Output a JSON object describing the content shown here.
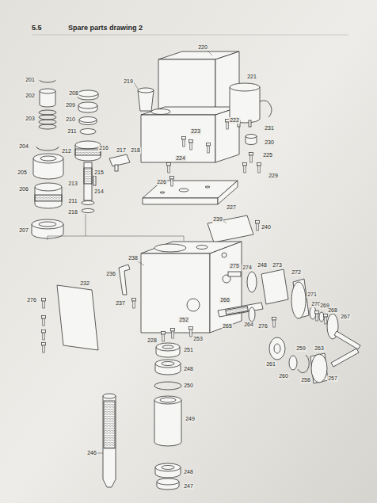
{
  "diagram": {
    "title": "Spare parts drawing 2",
    "labels": [
      "5.5",
      "201",
      "202",
      "203",
      "204",
      "205",
      "206",
      "207",
      "208",
      "209",
      "210",
      "211",
      "212",
      "216",
      "217",
      "218",
      "215",
      "213",
      "214",
      "211",
      "218",
      "219",
      "220",
      "221",
      "222",
      "231",
      "230",
      "223",
      "225",
      "224",
      "229",
      "226",
      "227",
      "239",
      "240",
      "238",
      "236",
      "237",
      "232",
      "276",
      "275",
      "274",
      "248",
      "273",
      "272",
      "271",
      "270",
      "269",
      "268",
      "267",
      "266",
      "264",
      "265",
      "276",
      "261",
      "260",
      "259",
      "258",
      "263",
      "257",
      "228",
      "252",
      "253",
      "251",
      "248",
      "250",
      "249",
      "246",
      "248",
      "247"
    ]
  }
}
